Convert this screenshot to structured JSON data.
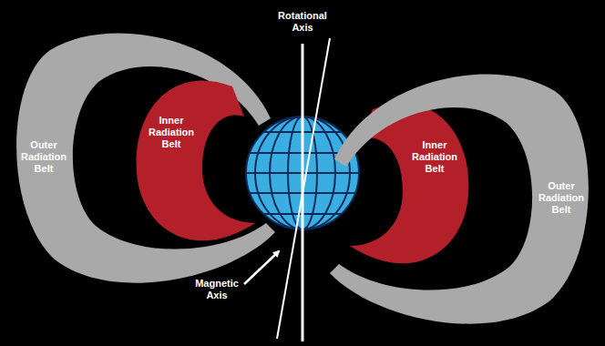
{
  "diagram": {
    "nodes": [
      {
        "text": [
          "Outer Radiation Belt"
        ]
      },
      {
        "text": [
          "Inner Radiation Belt"
        ]
      },
      {
        "text": [
          "Inner Radiation Belt"
        ]
      },
      {
        "text": [
          "Outer Radiation Belt"
        ]
      }
    ],
    "labels": [
      "Rotational Axis",
      "Magnetic Axis"
    ]
  }
}
